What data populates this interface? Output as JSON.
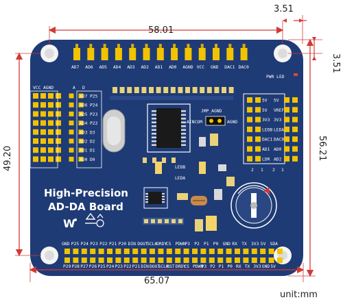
{
  "dimensions": {
    "width_top": "58.01",
    "width_bottom": "65.07",
    "height_left": "49.20",
    "height_right": "56.21",
    "offset_top": "3.51",
    "offset_right": "3.51",
    "unit": "unit:mm"
  },
  "board": {
    "title_line1": "High-Precision",
    "title_line2": "AD-DA Board",
    "logo": "W",
    "colors": {
      "pcb": "#1f3b75",
      "header_pin": "#f2c300",
      "silk": "#ffffff",
      "dimension": "#d23a36"
    }
  },
  "top_header_labels": [
    "AD7",
    "AD6",
    "AD5",
    "AD4",
    "AD3",
    "AD2",
    "AD1",
    "AD0",
    "AGND",
    "VCC",
    "GND",
    "DAC1",
    "DAC0"
  ],
  "left_header_top": [
    "VCC",
    "AGND",
    "A",
    "D"
  ],
  "left_header_rows": [
    {
      "a": "AD7",
      "d": "P25"
    },
    {
      "a": "AD6",
      "d": "P24"
    },
    {
      "a": "AD5",
      "d": "P23"
    },
    {
      "a": "AD4",
      "d": "P22"
    },
    {
      "a": "AD3",
      "d": "D3"
    },
    {
      "a": "AD2",
      "d": "D2"
    },
    {
      "a": "AD1",
      "d": "D1"
    },
    {
      "a": "AD0",
      "d": "D0"
    }
  ],
  "right_labels_top": "PWR LED",
  "right_block_rows": [
    {
      "l": "5V",
      "r": "5V"
    },
    {
      "l": "5V",
      "r": "VREF"
    },
    {
      "l": "3V3",
      "r": "3V3"
    },
    {
      "l": "LEDB",
      "r": "LEDA"
    },
    {
      "l": "DAC1",
      "r": "DAC0"
    },
    {
      "l": "AD1",
      "r": "AD0"
    },
    {
      "l": "LDR",
      "r": "AD2"
    }
  ],
  "right_block_index": [
    "2",
    "1",
    "2",
    "1"
  ],
  "jumper": {
    "title": "JMP_AGND",
    "left": "AINCOM",
    "right": "AGND"
  },
  "leds": {
    "b": "LEDB",
    "a": "LEDA"
  },
  "bottom_top_row": [
    "GND",
    "P25",
    "P24",
    "P23",
    "P22",
    "P21",
    "P20",
    "DIN",
    "DOUT",
    "SCLK",
    "DRDY",
    "CS",
    "PDWN",
    "P3",
    "P2",
    "P1",
    "P0",
    "GND",
    "RX",
    "TX",
    "3V3",
    "5V",
    "SDA"
  ],
  "bottom_bottom_row": [
    "P29",
    "P28",
    "P27",
    "P26",
    "P25",
    "P24",
    "P23",
    "P22",
    "P21",
    "DIN",
    "DOUT",
    "SCLK",
    "RST",
    "DRDY",
    "CS",
    "PDWN",
    "P3",
    "P2",
    "P1",
    "P0",
    "RX",
    "TX",
    "3V3",
    "GND",
    "5V"
  ],
  "icons": [
    "waveshare-logo-icon",
    "recycle-icon",
    "pump-icon"
  ]
}
